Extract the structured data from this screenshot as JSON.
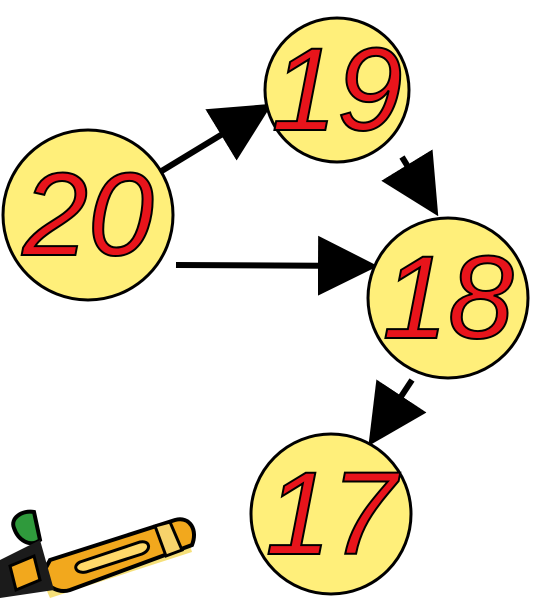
{
  "diagram": {
    "nodes": [
      {
        "id": "n20",
        "label": "20"
      },
      {
        "id": "n19",
        "label": "19"
      },
      {
        "id": "n18",
        "label": "18"
      },
      {
        "id": "n17",
        "label": "17"
      }
    ],
    "edges": [
      {
        "from": "20",
        "to": "19"
      },
      {
        "from": "20",
        "to": "18"
      },
      {
        "from": "19",
        "to": "18"
      },
      {
        "from": "18",
        "to": "17"
      }
    ],
    "colors": {
      "node_fill": "#ffef7a",
      "node_stroke": "#000000",
      "label_fill": "#e8141b",
      "arrow": "#000000"
    },
    "clipart": {
      "icon": "pencil-icon"
    }
  }
}
